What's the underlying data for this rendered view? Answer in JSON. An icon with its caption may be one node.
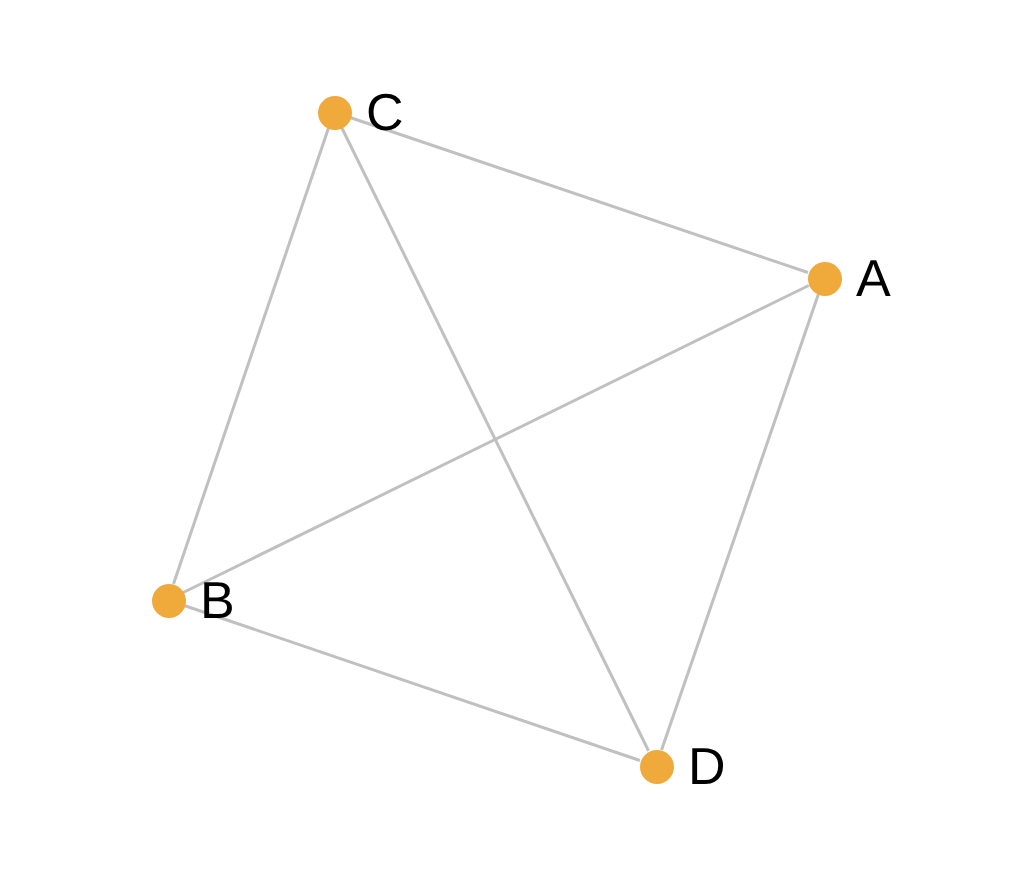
{
  "diagram": {
    "nodes": [
      {
        "text": [],
        "shape": "circle",
        "beside": [
          "C"
        ]
      },
      {
        "text": [],
        "shape": "circle",
        "beside": [
          "A"
        ]
      },
      {
        "text": [],
        "shape": "circle",
        "beside": [
          "B"
        ]
      },
      {
        "text": [],
        "shape": "circle",
        "beside": [
          "D"
        ]
      }
    ],
    "edges": [
      {
        "from": 0,
        "to": 1,
        "arrow": "none"
      },
      {
        "from": 0,
        "to": 2,
        "arrow": "none"
      },
      {
        "from": 0,
        "to": 3,
        "arrow": "none"
      },
      {
        "from": 1,
        "to": 2,
        "arrow": "none"
      },
      {
        "from": 1,
        "to": 3,
        "arrow": "none"
      },
      {
        "from": 2,
        "to": 3,
        "arrow": "none"
      }
    ]
  }
}
